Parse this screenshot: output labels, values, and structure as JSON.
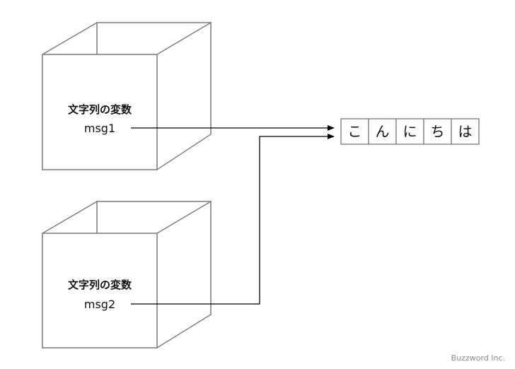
{
  "variables": [
    {
      "type_label": "文字列の変数",
      "name": "msg1"
    },
    {
      "type_label": "文字列の変数",
      "name": "msg2"
    }
  ],
  "string_value": {
    "chars": [
      "こ",
      "ん",
      "に",
      "ち",
      "は"
    ]
  },
  "credit": "Buzzword Inc."
}
